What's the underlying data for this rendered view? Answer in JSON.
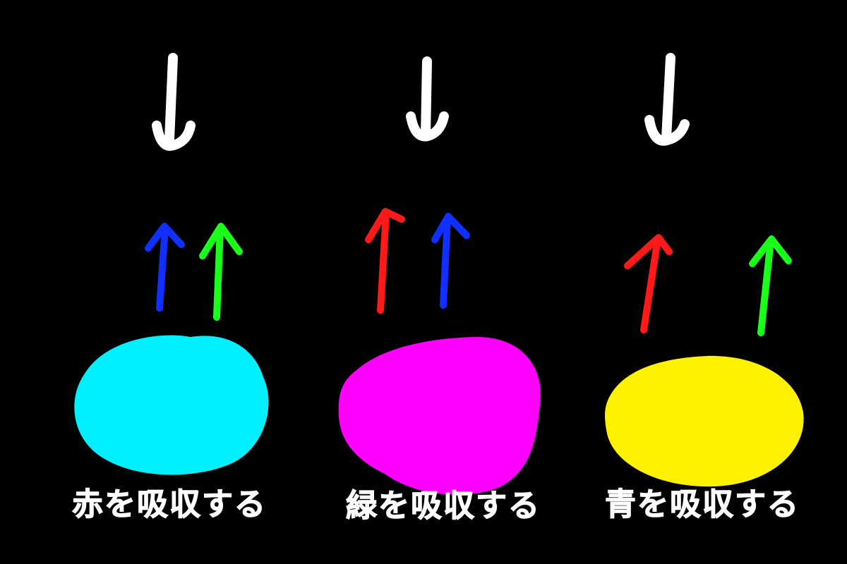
{
  "colors": {
    "background": "#000000",
    "incoming_light": "#ffffff",
    "red": "#ff1a1a",
    "green": "#19ff19",
    "blue": "#1030ff",
    "cyan": "#00f0ff",
    "magenta": "#ff00ff",
    "yellow": "#fff200"
  },
  "panels": [
    {
      "object_color": "cyan",
      "caption": "赤を吸収する",
      "reflected": [
        "blue",
        "green"
      ]
    },
    {
      "object_color": "magenta",
      "caption": "緑を吸収する",
      "reflected": [
        "red",
        "blue"
      ]
    },
    {
      "object_color": "yellow",
      "caption": "青を吸収する",
      "reflected": [
        "red",
        "green"
      ]
    }
  ]
}
